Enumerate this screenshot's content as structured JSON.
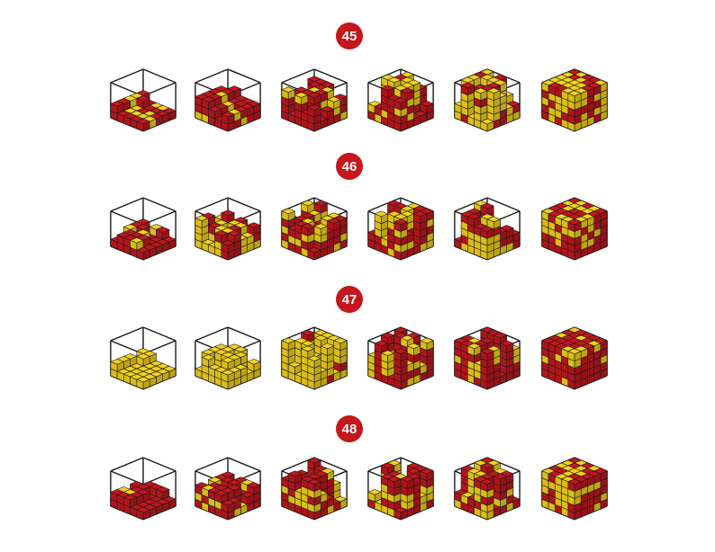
{
  "colors": {
    "red": "#c4161c",
    "yellow": "#f3d21b",
    "outline": "#1a1a1a"
  },
  "puzzles": [
    {
      "number": "45",
      "steps": [
        {
          "yellow": 0.35,
          "fill": 0.25
        },
        {
          "yellow": 0.2,
          "fill": 0.45
        },
        {
          "yellow": 0.3,
          "fill": 0.6
        },
        {
          "yellow": 0.45,
          "fill": 0.78
        },
        {
          "yellow": 0.7,
          "fill": 0.9
        },
        {
          "yellow": 0.75,
          "fill": 1.0
        }
      ]
    },
    {
      "number": "46",
      "steps": [
        {
          "yellow": 0.15,
          "fill": 0.3
        },
        {
          "yellow": 0.45,
          "fill": 0.5
        },
        {
          "yellow": 0.35,
          "fill": 0.65
        },
        {
          "yellow": 0.45,
          "fill": 0.8
        },
        {
          "yellow": 0.55,
          "fill": 0.92
        },
        {
          "yellow": 0.35,
          "fill": 1.0
        }
      ]
    },
    {
      "number": "47",
      "steps": [
        {
          "yellow": 1.0,
          "fill": 0.25
        },
        {
          "yellow": 1.0,
          "fill": 0.45
        },
        {
          "yellow": 0.9,
          "fill": 0.65
        },
        {
          "yellow": 0.35,
          "fill": 0.8
        },
        {
          "yellow": 0.3,
          "fill": 0.92
        },
        {
          "yellow": 0.2,
          "fill": 1.0
        }
      ]
    },
    {
      "number": "48",
      "steps": [
        {
          "yellow": 0.05,
          "fill": 0.3
        },
        {
          "yellow": 0.35,
          "fill": 0.5
        },
        {
          "yellow": 0.3,
          "fill": 0.65
        },
        {
          "yellow": 0.45,
          "fill": 0.8
        },
        {
          "yellow": 0.45,
          "fill": 0.92
        },
        {
          "yellow": 0.5,
          "fill": 1.0
        }
      ]
    }
  ]
}
